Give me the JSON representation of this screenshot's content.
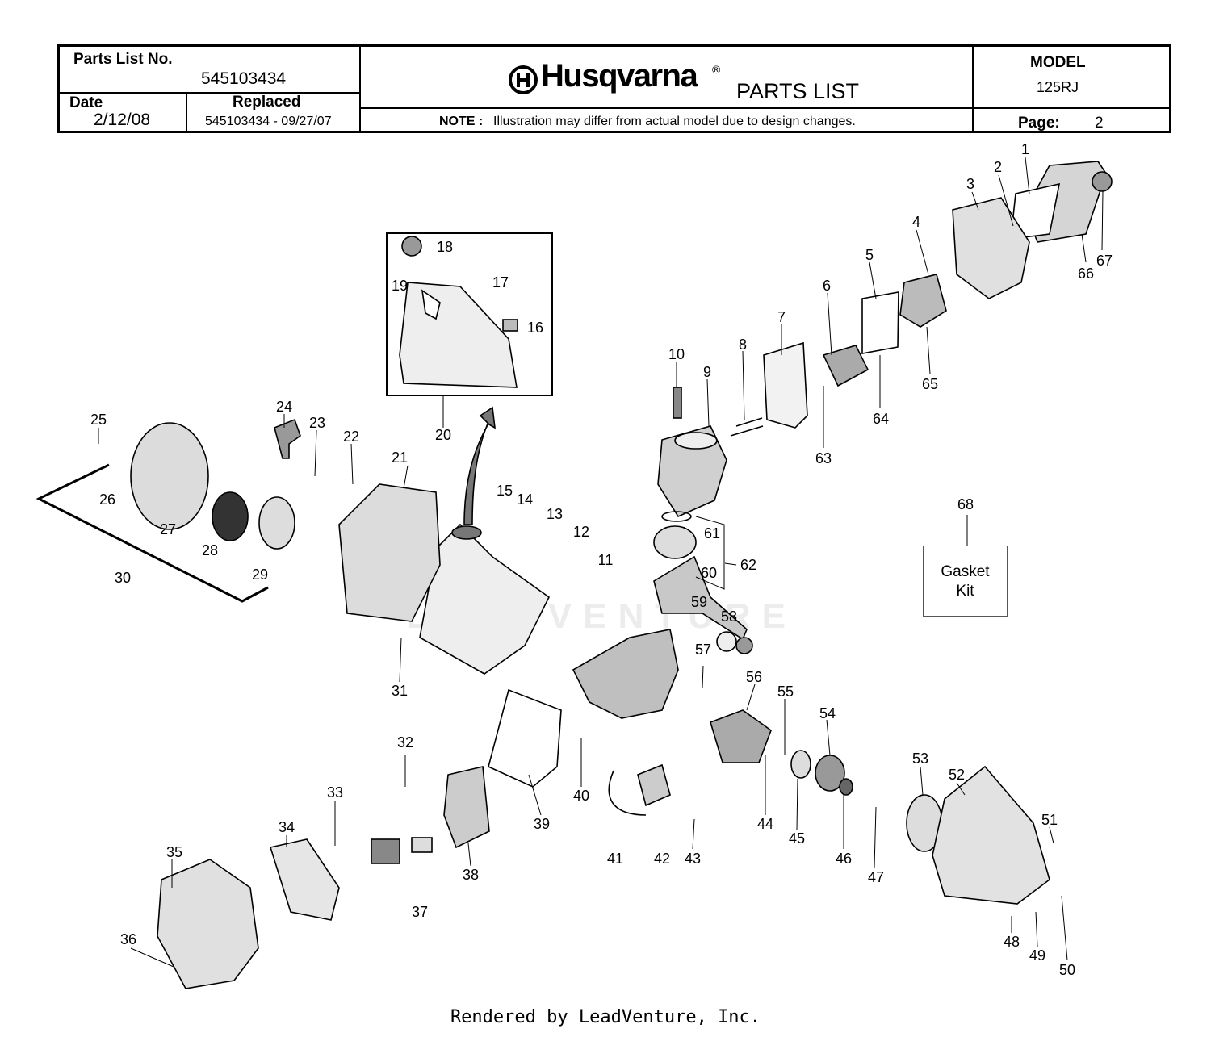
{
  "header": {
    "parts_list_label": "Parts List No.",
    "parts_list_no": "545103434",
    "date_label": "Date",
    "date_value": "2/12/08",
    "replaced_label": "Replaced",
    "replaced_value": "545103434 - 09/27/07",
    "brand": "Husqvarna",
    "registered_mark": "®",
    "doc_title": "PARTS LIST",
    "note_label": "NOTE :",
    "note_text": "Illustration may differ from actual model due to design changes.",
    "model_label": "MODEL",
    "model_value": "125RJ",
    "page_label": "Page:",
    "page_value": "2"
  },
  "diagram": {
    "gasket_kit_line1": "Gasket",
    "gasket_kit_line2": "Kit",
    "callouts": [
      "1",
      "2",
      "3",
      "4",
      "5",
      "6",
      "7",
      "8",
      "9",
      "10",
      "11",
      "12",
      "13",
      "14",
      "15",
      "16",
      "17",
      "18",
      "19",
      "20",
      "21",
      "22",
      "23",
      "24",
      "25",
      "26",
      "27",
      "28",
      "29",
      "30",
      "31",
      "32",
      "33",
      "34",
      "35",
      "36",
      "37",
      "38",
      "39",
      "40",
      "41",
      "42",
      "43",
      "44",
      "45",
      "46",
      "47",
      "48",
      "49",
      "50",
      "51",
      "52",
      "53",
      "54",
      "55",
      "56",
      "57",
      "58",
      "59",
      "60",
      "61",
      "62",
      "63",
      "64",
      "65",
      "66",
      "67",
      "68"
    ],
    "watermark": "LEADVENTURE"
  },
  "footer": {
    "rendered_by": "Rendered by LeadVenture, Inc."
  },
  "colors": {
    "line": "#000000",
    "part_fill": "#ffffff",
    "part_shade": "#c8c8c8",
    "watermark": "#e6e6e6"
  }
}
